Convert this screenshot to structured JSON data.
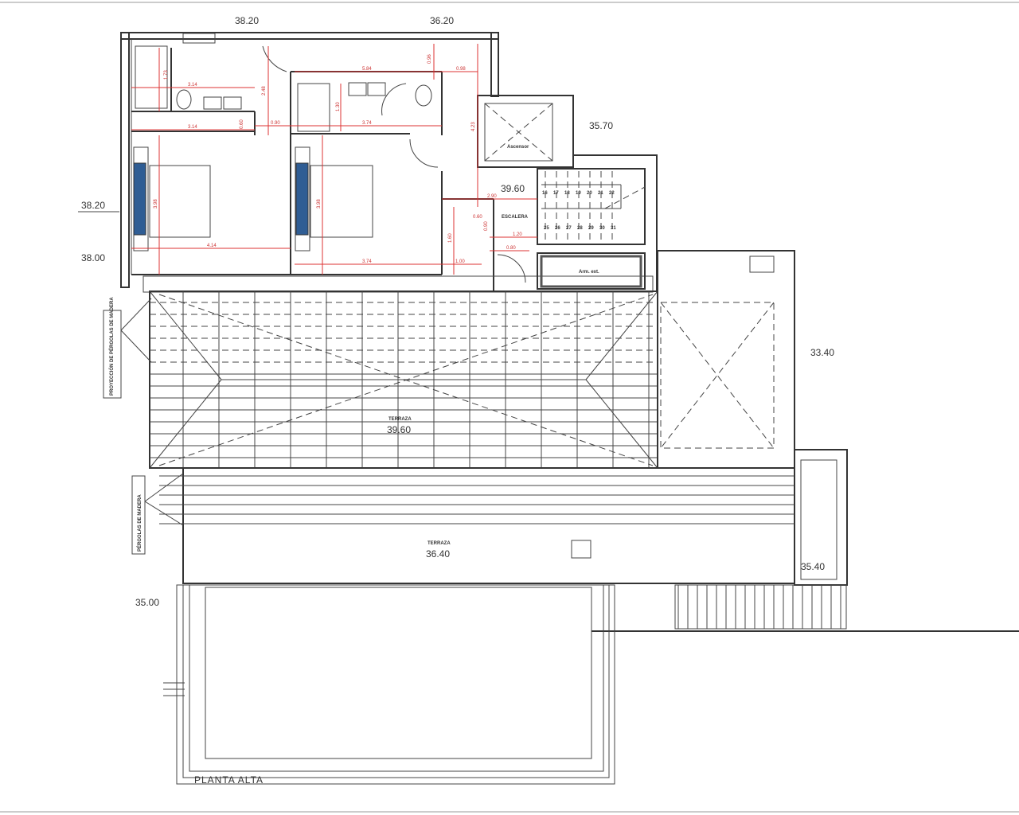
{
  "title": "PLANTA ALTA",
  "levels": {
    "top_left": "38.20",
    "top_right": "36.20",
    "lift_right": "35.70",
    "left_upper": "38.20",
    "left_lower": "38.00",
    "stair": "39.60",
    "right_terrace": "33.40",
    "terrace_upper": "39.60",
    "terrace_lower": "36.40",
    "lower_right": "35.40",
    "pool": "35.00"
  },
  "rooms": {
    "terrace_upper": "TERRAZA",
    "terrace_lower": "TERRAZA",
    "stair": "ESCALERA",
    "lift": "Ascensor",
    "closet": "Arm. ext."
  },
  "notes": {
    "pergola_projection": "PROYECCIÓN DE PÉRGOLAS DE MADERA",
    "pergola": "PÉRGOLAS DE MADERA"
  },
  "dimensions": {
    "bath1_width": "3.14",
    "bath1_height": "1.73",
    "corridor_width": "3.14",
    "corridor_height": "0.60",
    "hall_height": "2.48",
    "hall_width": "0.90",
    "bath2_top": "5.84",
    "bath2_gap": "0.96",
    "right_gap": "0.98",
    "bath2_height": "1.30",
    "bath2_width": "3.74",
    "right_height": "4.23",
    "bed1_height": "3.98",
    "bed2_height": "3.98",
    "bed1_width": "4.14",
    "bed2_width": "3.74",
    "small_width": "1.00",
    "stair_width": "2.90",
    "cl_width": "0.60",
    "cl_height": "0.90",
    "landing": "1.20",
    "landing2": "0.80",
    "small_height": "1.60"
  },
  "stair_steps_top": [
    "16",
    "17",
    "18",
    "19",
    "20",
    "21",
    "22"
  ],
  "stair_steps_bottom": [
    "31",
    "30",
    "29",
    "28",
    "27",
    "26",
    "25"
  ],
  "colors": {
    "dimension": "#dd3333",
    "wardrobe": "#2f5d94"
  }
}
